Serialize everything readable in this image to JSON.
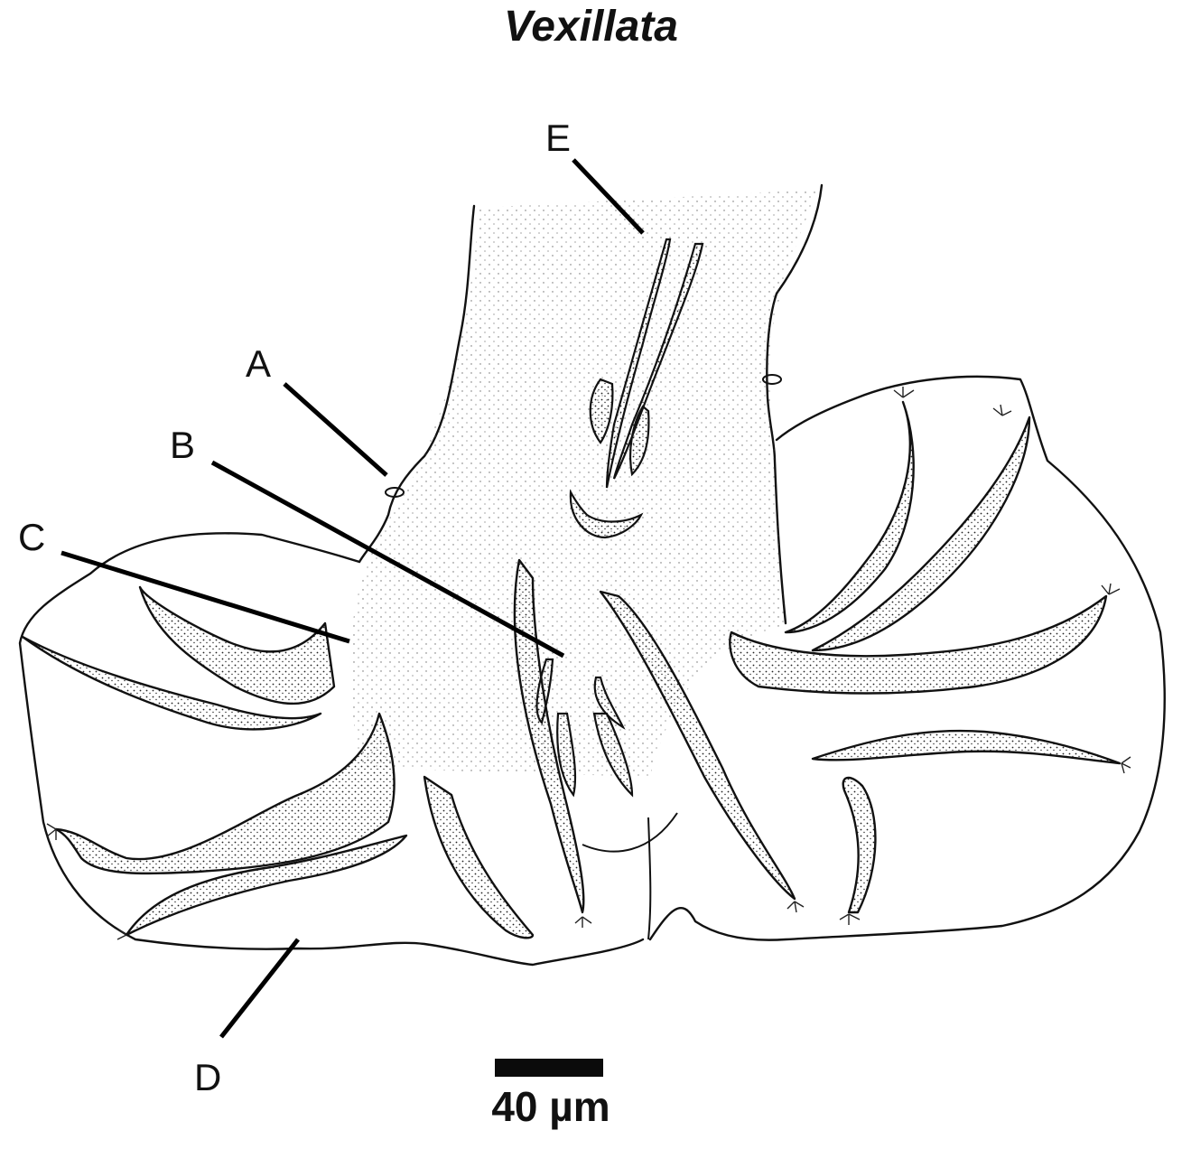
{
  "title": "Vexillata",
  "labels": {
    "a": "A",
    "b": "B",
    "c": "C",
    "d": "D",
    "e": "E"
  },
  "scale_bar": {
    "text": "40 µm"
  }
}
